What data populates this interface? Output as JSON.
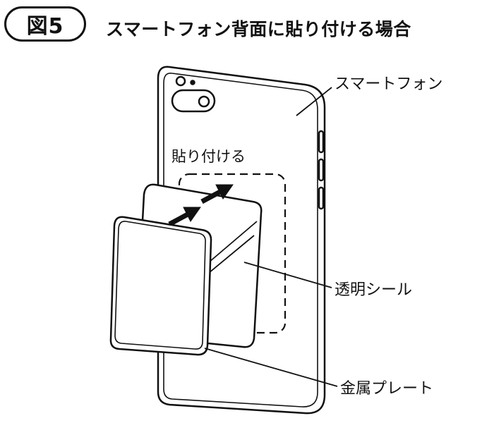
{
  "figure": {
    "badge": "図5",
    "title": "スマートフォン背面に貼り付ける場合"
  },
  "labels": {
    "smartphone": "スマートフォン",
    "attach": "貼り付ける",
    "clear_seal": "透明シール",
    "metal_plate": "金属プレート"
  },
  "colors": {
    "line": "#111111",
    "plate_fill": "#ffffff",
    "seal_fill": "#ffffff"
  }
}
